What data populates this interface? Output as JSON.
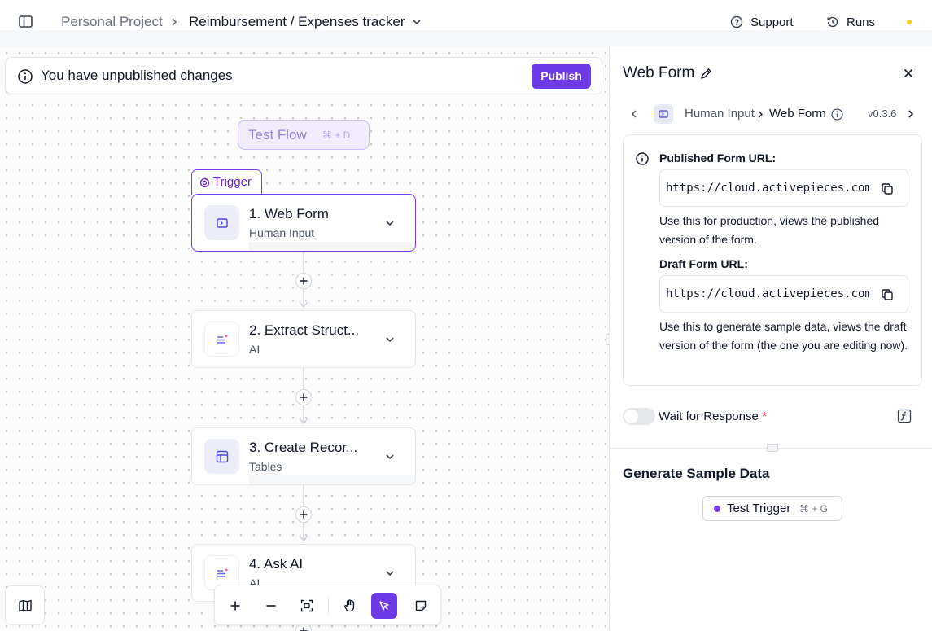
{
  "header": {
    "project": "Personal Project",
    "flow_name": "Reimbursement / Expenses tracker",
    "support_label": "Support",
    "runs_label": "Runs"
  },
  "banner": {
    "message": "You have unpublished changes",
    "publish_label": "Publish"
  },
  "canvas": {
    "test_flow_label": "Test Flow",
    "test_flow_shortcut": "⌘ + D",
    "trigger_tag": "Trigger",
    "steps": [
      {
        "title": "1. Web Form",
        "subtitle": "Human Input"
      },
      {
        "title": "2. Extract Struct...",
        "subtitle": "AI"
      },
      {
        "title": "3. Create Recor...",
        "subtitle": "Tables"
      },
      {
        "title": "4. Ask AI",
        "subtitle": "AI"
      }
    ]
  },
  "panel": {
    "title": "Web Form",
    "breadcrumb_piece": "Human Input",
    "breadcrumb_action": "Web Form",
    "version": "v0.3.6",
    "published_url_label": "Published Form URL:",
    "published_url": "https://cloud.activepieces.com/",
    "published_desc": "Use this for production, views the published version of the form.",
    "draft_url_label": "Draft Form URL:",
    "draft_url": "https://cloud.activepieces.com/",
    "draft_desc": "Use this to generate sample data, views the draft version of the form (the one you are editing now).",
    "wait_label": "Wait for Response",
    "required_mark": "*",
    "generate_heading": "Generate Sample Data",
    "test_trigger_label": "Test Trigger",
    "test_trigger_shortcut": "⌘ + G"
  },
  "colors": {
    "accent": "#6e3ae8",
    "unsaved_dot": "#facc15",
    "required": "#e11d48"
  }
}
